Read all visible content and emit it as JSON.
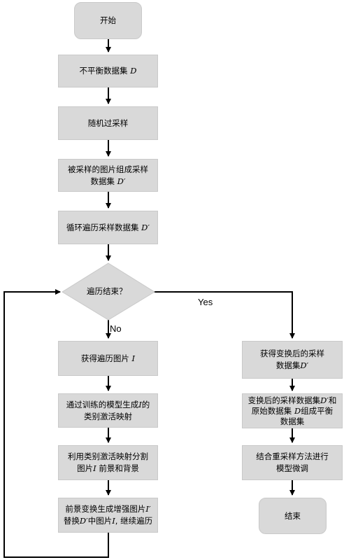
{
  "nodes": {
    "start": "开始",
    "dataset": {
      "text": "不平衡数据集 ",
      "var": "D"
    },
    "random_oversample": "随机过采样",
    "compose": {
      "line1": "被采样的图片组成采样",
      "line2_text": "数据集 ",
      "line2_var": "D′"
    },
    "loop": {
      "text": "循环遍历采样数据集 ",
      "var": "D′"
    },
    "decision": "遍历结束？",
    "get_image": {
      "text": "获得遍历图片 ",
      "var": "I"
    },
    "train_cam": {
      "line1_text": "通过训练的模型生成",
      "line1_var": "I",
      "line1_tail": "的",
      "line2": "类别激活映射"
    },
    "split": {
      "line1": "利用类别激活映射分割",
      "line2_text": "图片",
      "line2_var": "I",
      "line2_tail": " 前景和背景"
    },
    "augment": {
      "line1_text": "前景变换生成增强图片",
      "line1_var": "I′",
      "line2_a": "替换",
      "line2_var1": "D′",
      "line2_b": "中图片",
      "line2_var2": "I",
      "line2_c": ", 继续遍历"
    },
    "get_transformed": {
      "line1": "获得变换后的采样",
      "line2_text": "数据集",
      "line2_var": "D′"
    },
    "merge": {
      "line1_text": "变换后的采样数据集",
      "line1_var": "D′",
      "line1_tail": "和",
      "line2_text": "原始数据集 ",
      "line2_var": "D",
      "line2_tail": "组成平衡",
      "line3": "数据集"
    },
    "finetune": {
      "line1": "结合重采样方法进行",
      "line2": "模型微调"
    },
    "end": "结束"
  },
  "edge_labels": {
    "yes": "Yes",
    "no": "No"
  },
  "colors": {
    "node_fill": "#d9d9d9",
    "node_border": "#c9c9c9",
    "arrow": "#000000"
  }
}
